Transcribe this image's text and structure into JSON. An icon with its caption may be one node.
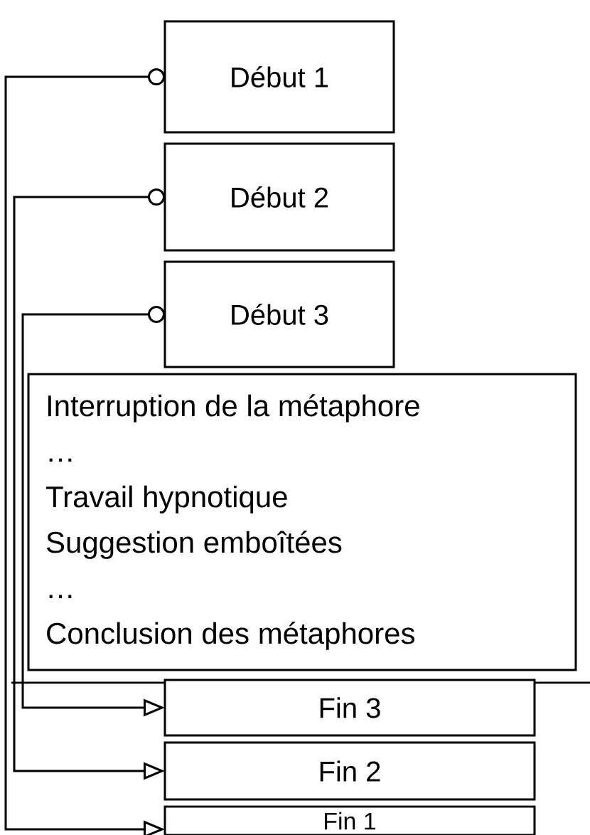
{
  "diagram": {
    "nodes": [
      {
        "text": [
          "Début 1"
        ]
      },
      {
        "text": [
          "Début 2"
        ]
      },
      {
        "text": [
          "Début 3"
        ]
      },
      {
        "text": [
          "Interruption de la métaphore",
          "…",
          "Travail hypnotique",
          "Suggestion emboîtées",
          "…",
          "Conclusion des métaphores"
        ]
      },
      {
        "text": [
          "Fin 3"
        ]
      },
      {
        "text": [
          "Fin 2"
        ]
      },
      {
        "text": [
          "Fin 1"
        ]
      }
    ],
    "edges": [
      {
        "from": 0,
        "to": 6,
        "arrow": "to"
      },
      {
        "from": 1,
        "to": 5,
        "arrow": "to"
      },
      {
        "from": 2,
        "to": 4,
        "arrow": "to"
      }
    ]
  }
}
